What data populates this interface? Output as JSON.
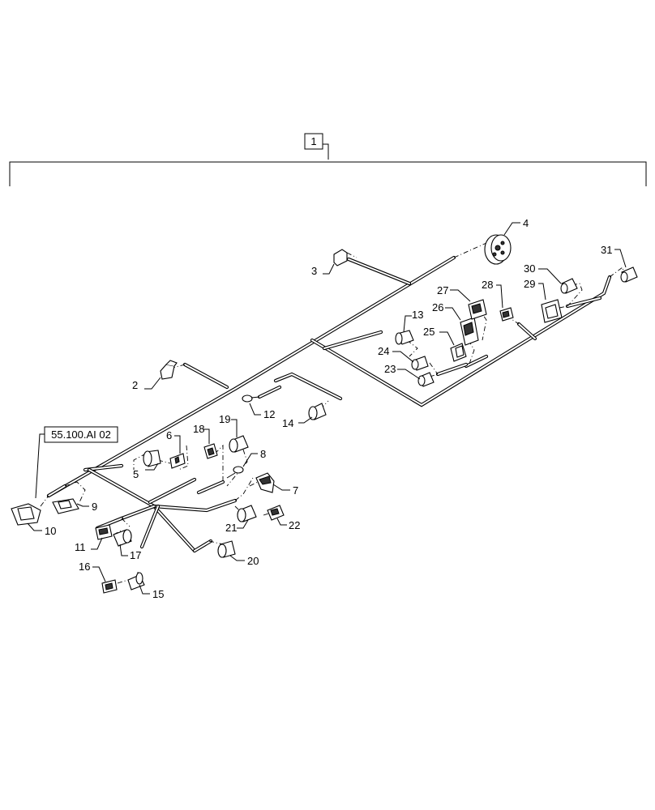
{
  "assembly_item": "1",
  "reference_label": "55.100.AI 02",
  "callouts": [
    "2",
    "3",
    "4",
    "5",
    "6",
    "7",
    "8",
    "9",
    "10",
    "11",
    "12",
    "13",
    "14",
    "15",
    "16",
    "17",
    "18",
    "19",
    "20",
    "21",
    "22",
    "23",
    "24",
    "25",
    "26",
    "27",
    "28",
    "29",
    "30",
    "31"
  ]
}
